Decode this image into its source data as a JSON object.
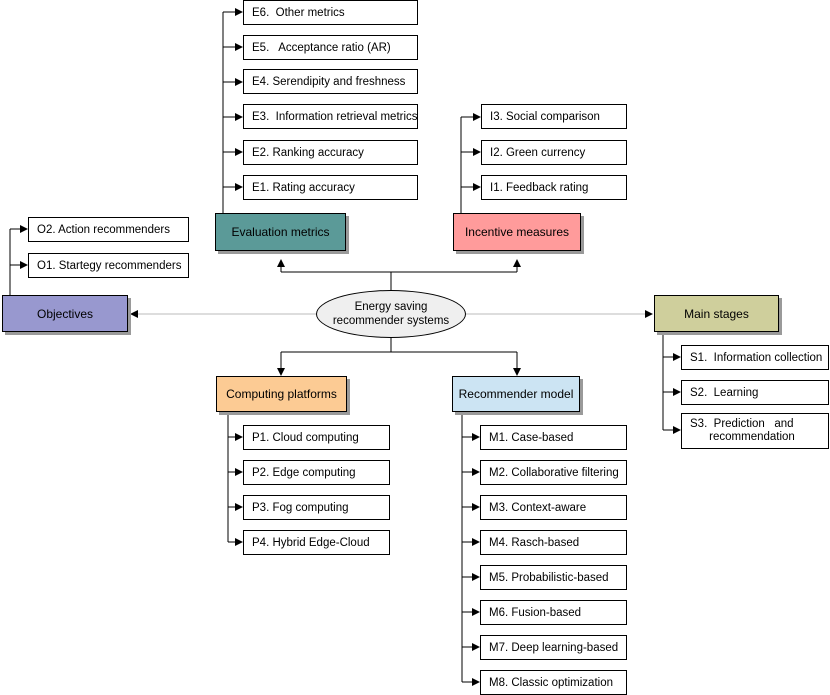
{
  "center": {
    "line1": "Energy saving",
    "line2": "recommender systems"
  },
  "categories": {
    "evaluation": {
      "label": "Evaluation metrics",
      "color": "#5b9a98"
    },
    "incentive": {
      "label": "Incentive measures",
      "color": "#ff9b9b"
    },
    "objectives": {
      "label": "Objectives",
      "color": "#9898cf"
    },
    "stages": {
      "label": "Main stages",
      "color": "#cfcf9c"
    },
    "computing": {
      "label": "Computing platforms",
      "color": "#fccb94"
    },
    "model": {
      "label": "Recommender model",
      "color": "#cce4f3"
    }
  },
  "evaluation_items": [
    "E6.  Other metrics",
    "E5.   Acceptance ratio (AR)",
    "E4. Serendipity and freshness",
    "E3.  Information retrieval metrics",
    "E2. Ranking accuracy",
    "E1. Rating accuracy"
  ],
  "incentive_items": [
    "I3. Social comparison",
    "I2. Green currency",
    "I1. Feedback rating"
  ],
  "objective_items": [
    "O2. Action recommenders",
    "O1. Startegy recommenders"
  ],
  "stage_items": [
    {
      "line1": "S1.  Information collection"
    },
    {
      "line1": "S2.  Learning"
    },
    {
      "line1": "S3.  Prediction   and",
      "line2": "      recommendation"
    }
  ],
  "computing_items": [
    "P1. Cloud computing",
    "P2. Edge computing",
    "P3. Fog computing",
    "P4. Hybrid Edge-Cloud"
  ],
  "model_items": [
    "M1. Case-based",
    "M2. Collaborative filtering",
    "M3. Context-aware",
    "M4. Rasch-based",
    "M5. Probabilistic-based",
    "M6. Fusion-based",
    "M7. Deep learning-based",
    "M8. Classic optimization"
  ]
}
